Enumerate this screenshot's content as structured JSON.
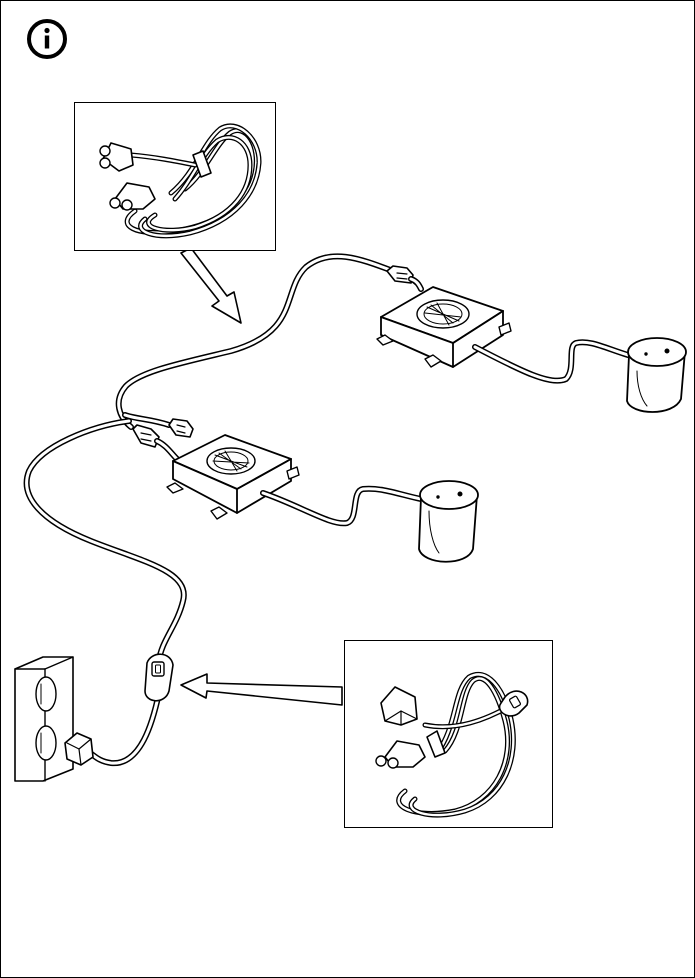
{
  "page": {
    "icon": "info-icon",
    "ink_color": "#000000",
    "fill_color": "#ffffff",
    "housing_color": "#f2f2f2"
  },
  "illustration": {
    "parts": [
      "power-cord-with-switch",
      "wall-socket",
      "driver-box-1",
      "driver-box-2",
      "led-cup-1",
      "led-cup-2",
      "connector-plugs"
    ],
    "insets": [
      {
        "name": "extension-cord-detail",
        "icon": "coiled-cable-icon"
      },
      {
        "name": "switch-cord-detail",
        "icon": "coiled-cable-with-plug-icon"
      }
    ]
  }
}
